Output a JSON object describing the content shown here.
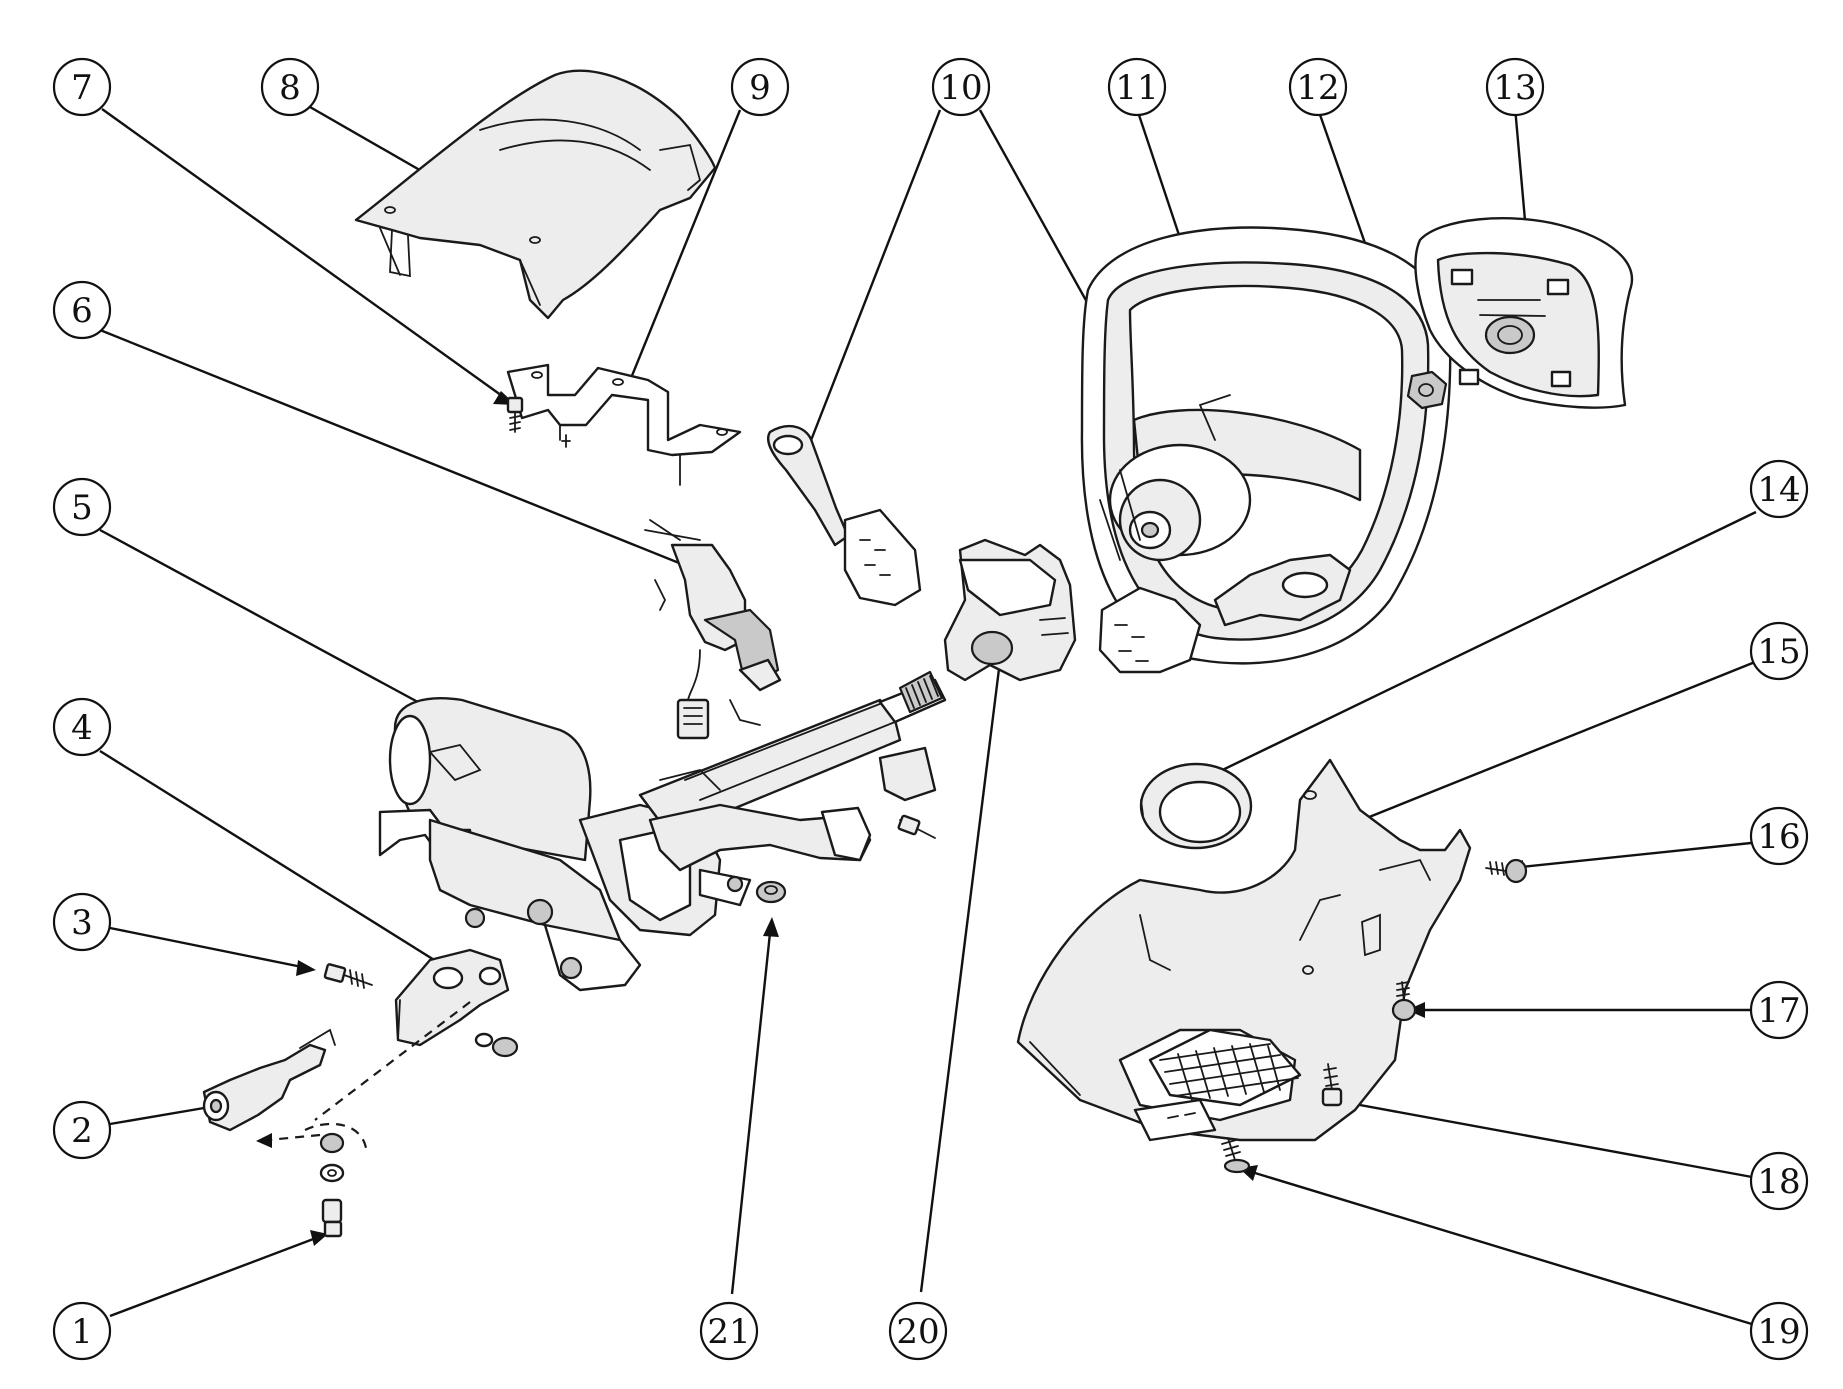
{
  "callouts": [
    {
      "id": 1,
      "label": "1",
      "part": "bolt"
    },
    {
      "id": 2,
      "label": "2",
      "part": "lower-universal-joint"
    },
    {
      "id": 3,
      "label": "3",
      "part": "bolt"
    },
    {
      "id": 4,
      "label": "4",
      "part": "upper-universal-joint"
    },
    {
      "id": 5,
      "label": "5",
      "part": "steering-column-assembly"
    },
    {
      "id": 6,
      "label": "6",
      "part": "ignition-switch-lock"
    },
    {
      "id": 7,
      "label": "7",
      "part": "screw"
    },
    {
      "id": 8,
      "label": "8",
      "part": "upper-column-shroud"
    },
    {
      "id": 9,
      "label": "9",
      "part": "mounting-bracket"
    },
    {
      "id": 10,
      "label": "10",
      "part": "combination-switch-levers"
    },
    {
      "id": 11,
      "label": "11",
      "part": "steering-wheel"
    },
    {
      "id": 12,
      "label": "12",
      "part": "nut"
    },
    {
      "id": 13,
      "label": "13",
      "part": "airbag-module"
    },
    {
      "id": 14,
      "label": "14",
      "part": "trim-ring"
    },
    {
      "id": 15,
      "label": "15",
      "part": "lower-column-shroud"
    },
    {
      "id": 16,
      "label": "16",
      "part": "screw"
    },
    {
      "id": 17,
      "label": "17",
      "part": "screw"
    },
    {
      "id": 18,
      "label": "18",
      "part": "bolt"
    },
    {
      "id": 19,
      "label": "19",
      "part": "self-tapping-screw"
    },
    {
      "id": 20,
      "label": "20",
      "part": "switch-carrier-clock-spring"
    },
    {
      "id": 21,
      "label": "21",
      "part": "nut"
    }
  ]
}
